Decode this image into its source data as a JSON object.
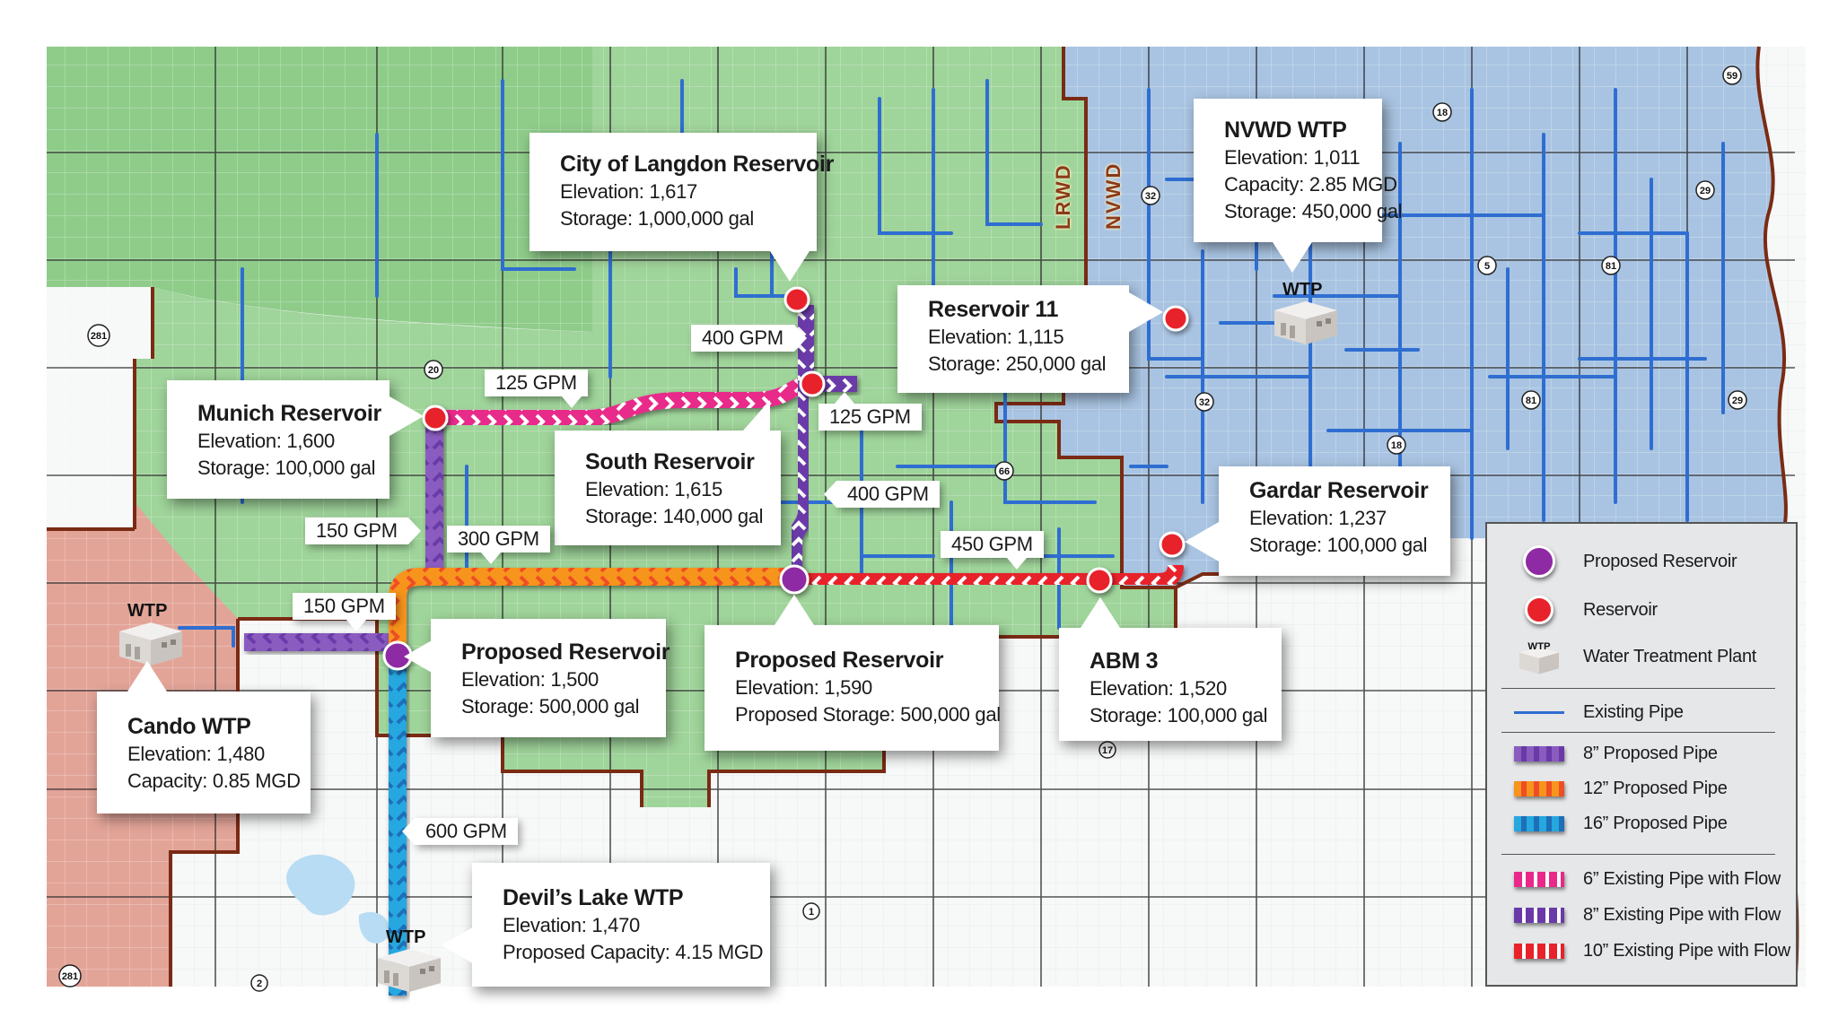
{
  "map": {
    "districts": [
      {
        "id": "lrwd",
        "label": "LRWD"
      },
      {
        "id": "nvwd",
        "label": "NVWD"
      }
    ],
    "colors": {
      "lrwd_fill": "#9fd49a",
      "nvwd_fill": "#a9c4e2",
      "cando_fill": "#e3a498",
      "boundary": "#7a2b14",
      "existing_pipe": "#2f6ed1",
      "reservoir": "#e8222a",
      "proposed_reservoir": "#8e2aa3",
      "pipe_8_proposed": "#7b4fb0",
      "pipe_12_proposed": "#f7941d",
      "pipe_16_proposed": "#25a7e0",
      "pipe_6_existing_flow": "#e8298a",
      "pipe_8_existing_flow": "#6a3aa8",
      "pipe_10_existing_flow": "#e8222a"
    },
    "highway_shields": [
      "281",
      "20",
      "66",
      "32",
      "18",
      "5",
      "81",
      "29",
      "59",
      "1",
      "2",
      "17"
    ]
  },
  "callouts": {
    "langdon": {
      "title": "City of Langdon Reservoir",
      "lines": [
        "Elevation: 1,617",
        "Storage: 1,000,000 gal"
      ]
    },
    "nvwd": {
      "title": "NVWD WTP",
      "lines": [
        "Elevation: 1,011",
        "Capacity: 2.85 MGD",
        "Storage: 450,000 gal"
      ]
    },
    "res11": {
      "title": "Reservoir 11",
      "lines": [
        "Elevation: 1,115",
        "Storage: 250,000 gal"
      ]
    },
    "munich": {
      "title": "Munich Reservoir",
      "lines": [
        "Elevation: 1,600",
        "Storage: 100,000 gal"
      ]
    },
    "south": {
      "title": "South Reservoir",
      "lines": [
        "Elevation: 1,615",
        "Storage: 140,000 gal"
      ]
    },
    "gardar": {
      "title": "Gardar Reservoir",
      "lines": [
        "Elevation: 1,237",
        "Storage: 100,000 gal"
      ]
    },
    "prop1": {
      "title": "Proposed Reservoir",
      "lines": [
        "Elevation: 1,500",
        "Storage: 500,000 gal"
      ]
    },
    "prop2": {
      "title": "Proposed Reservoir",
      "lines": [
        "Elevation: 1,590",
        "Proposed Storage: 500,000 gal"
      ]
    },
    "abm3": {
      "title": "ABM 3",
      "lines": [
        "Elevation: 1,520",
        "Storage: 100,000 gal"
      ]
    },
    "cando": {
      "title": "Cando WTP",
      "lines": [
        "Elevation: 1,480",
        "Capacity: 0.85 MGD"
      ]
    },
    "devils": {
      "title": "Devil’s Lake WTP",
      "lines": [
        "Elevation: 1,470",
        "Proposed Capacity: 4.15 MGD"
      ]
    }
  },
  "flows": {
    "langdon_down": "400 GPM",
    "munich_east": "125 GPM",
    "south_east": "125 GPM",
    "south_down": "400 GPM",
    "munich_down": "150 GPM",
    "orange_main": "300 GPM",
    "cando_east": "150 GPM",
    "red_main": "450 GPM",
    "devils_up": "600 GPM"
  },
  "wtp_icon_label": "WTP",
  "legend": {
    "items": [
      {
        "symbol": "proposed-reservoir",
        "label": "Proposed Reservoir"
      },
      {
        "symbol": "reservoir",
        "label": "Reservoir"
      },
      {
        "symbol": "wtp",
        "label": "Water Treatment Plant"
      },
      {
        "symbol": "existing-pipe",
        "label": "Existing Pipe"
      },
      {
        "symbol": "8-proposed",
        "label": "8” Proposed Pipe"
      },
      {
        "symbol": "12-proposed",
        "label": "12” Proposed Pipe"
      },
      {
        "symbol": "16-proposed",
        "label": "16” Proposed Pipe"
      },
      {
        "symbol": "6-existing-flow",
        "label": "6” Existing Pipe with Flow"
      },
      {
        "symbol": "8-existing-flow",
        "label": "8” Existing Pipe with Flow"
      },
      {
        "symbol": "10-existing-flow",
        "label": "10” Existing Pipe with Flow"
      }
    ]
  }
}
